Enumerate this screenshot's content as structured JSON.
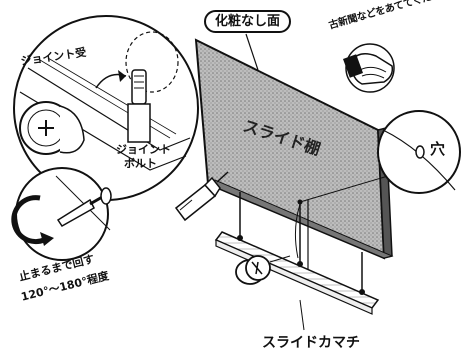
{
  "labels": {
    "no_finish_face": "化粧なし面",
    "use_old_newspaper": "古新聞などをあててください",
    "joint_receiver": "ジョイント受",
    "joint_bolt_line1": "ジョイント",
    "joint_bolt_line2": "ボルト",
    "hole": "穴",
    "slide_board": "スライド棚",
    "turn_until_stop_line1": "止まるまで回す",
    "turn_until_stop_line2": "120°～180°程度",
    "slide_kamachi": "スライドカマチ"
  },
  "icons": {
    "screwdriver": "screwdriver-icon",
    "hand": "hand-icon",
    "rotation_arrow": "rotation-arrow-icon",
    "glue_bottle": "glue-bottle-icon",
    "cam_lock": "cam-lock-icon"
  },
  "colors": {
    "ink": "#111111",
    "panel_fill": "#b4b4b4",
    "paper": "#ffffff"
  }
}
